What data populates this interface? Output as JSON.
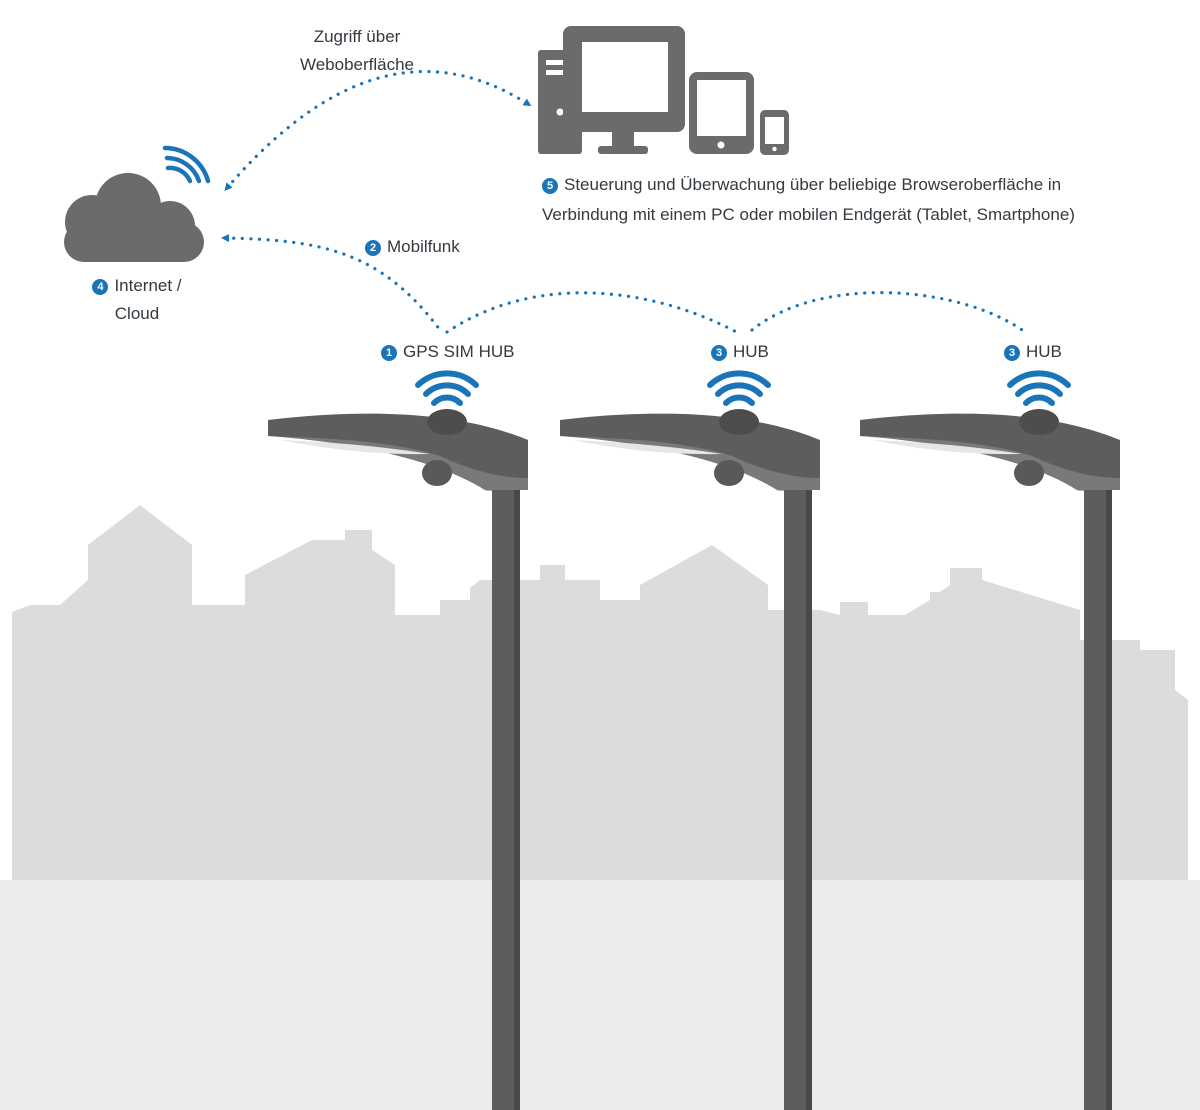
{
  "colors": {
    "accent_blue": "#1a74b8",
    "icon_gray": "#6b6b6b",
    "skyline_gray": "#dcdcdc",
    "skyline_light": "#ececec",
    "pole_gray": "#5e5c5c"
  },
  "icons": [
    "cloud-icon",
    "wifi-icon",
    "desktop-computer-icon",
    "tablet-icon",
    "smartphone-icon",
    "street-lamp-icon"
  ],
  "web_access": {
    "line1": "Zugriff über",
    "line2": "Weboberfläche"
  },
  "cloud": {
    "number": "4",
    "line1": "Internet /",
    "line2": "Cloud"
  },
  "mobile": {
    "number": "2",
    "label": "Mobilfunk"
  },
  "control": {
    "number": "5",
    "line1": "Steuerung und Überwachung über beliebige Browseroberfläche in",
    "line2": "Verbindung mit einem PC oder mobilen Endgerät (Tablet, Smartphone)"
  },
  "lamps": [
    {
      "number": "1",
      "label": "GPS SIM HUB"
    },
    {
      "number": "3",
      "label": "HUB"
    },
    {
      "number": "3",
      "label": "HUB"
    }
  ]
}
